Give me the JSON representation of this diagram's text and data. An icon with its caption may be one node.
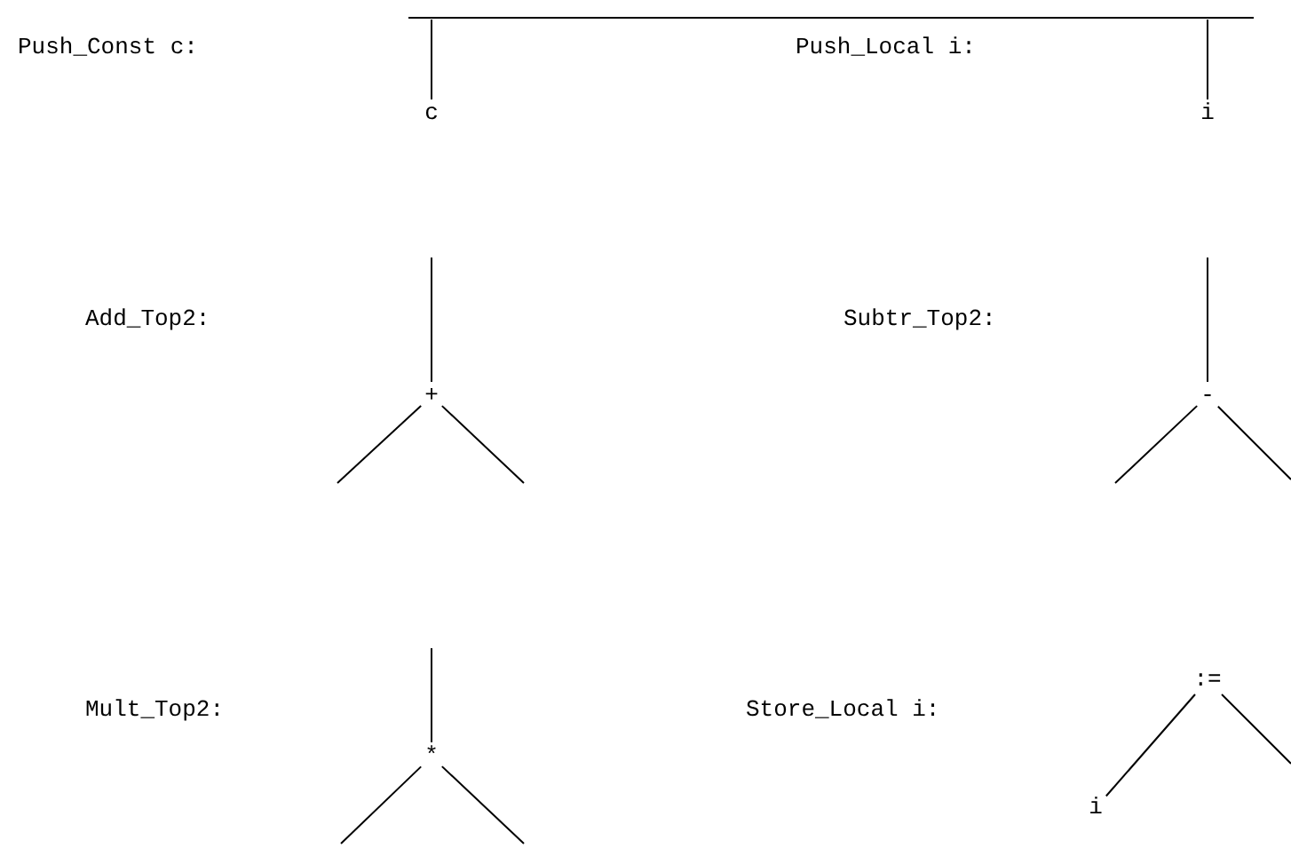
{
  "diagram": {
    "nodes": [
      {
        "text": [
          "c"
        ]
      },
      {
        "text": [
          "i"
        ]
      },
      {
        "text": [
          "+"
        ]
      },
      {
        "text": [
          "-"
        ]
      },
      {
        "text": [
          "*"
        ]
      },
      {
        "text": [
          ":="
        ]
      },
      {
        "text": [
          "i"
        ]
      }
    ],
    "edges": [
      {
        "from": null,
        "to": 0,
        "arrow": "none"
      },
      {
        "from": null,
        "to": 1,
        "arrow": "none"
      },
      {
        "from": null,
        "to": 2,
        "arrow": "none"
      },
      {
        "from": 2,
        "to": null,
        "arrow": "none"
      },
      {
        "from": 2,
        "to": null,
        "arrow": "none"
      },
      {
        "from": null,
        "to": 3,
        "arrow": "none"
      },
      {
        "from": 3,
        "to": null,
        "arrow": "none"
      },
      {
        "from": 3,
        "to": null,
        "arrow": "none"
      },
      {
        "from": null,
        "to": 4,
        "arrow": "none"
      },
      {
        "from": 4,
        "to": null,
        "arrow": "none"
      },
      {
        "from": 4,
        "to": null,
        "arrow": "none"
      },
      {
        "from": 5,
        "to": 6,
        "arrow": "none"
      },
      {
        "from": 5,
        "to": null,
        "arrow": "none"
      }
    ],
    "labels": [
      "Push_Const c:",
      "Push_Local i:",
      "Add_Top2:",
      "Subtr_Top2:",
      "Mult_Top2:",
      "Store_Local i:"
    ]
  }
}
